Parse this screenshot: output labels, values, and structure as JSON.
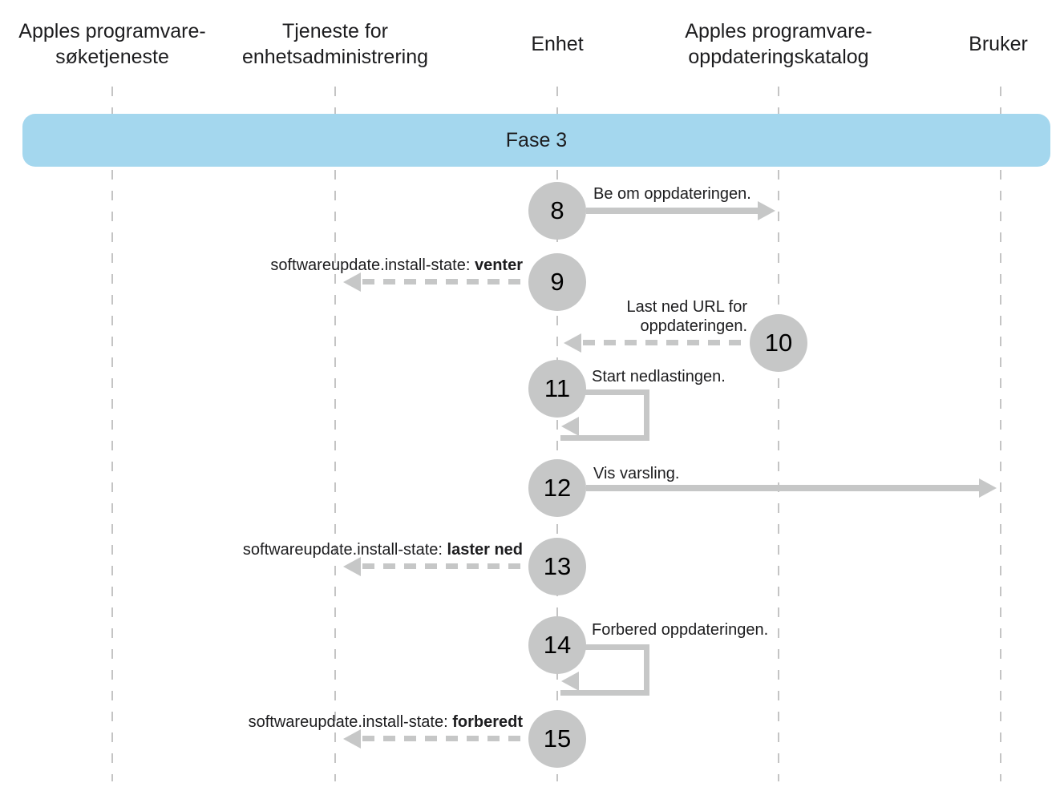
{
  "colors": {
    "banner_bg": "#a4d7ee",
    "shape_gray": "#c6c7c7",
    "lifeline_gray": "#c4c4c4",
    "text": "#1d1d1f"
  },
  "lanes": [
    {
      "label": "Apples programvare-søketjeneste"
    },
    {
      "label": "Tjeneste for enhetsadministrering"
    },
    {
      "label": "Enhet"
    },
    {
      "label": "Apples programvare-oppdateringskatalog"
    },
    {
      "label": "Bruker"
    }
  ],
  "phase": {
    "label": "Fase 3"
  },
  "steps": [
    {
      "number": "8",
      "label": "Be om oppdateringen."
    },
    {
      "number": "9",
      "label_prefix": "softwareupdate.install-state: ",
      "label_bold": "venter"
    },
    {
      "number": "10",
      "label": "Last ned URL for oppdateringen."
    },
    {
      "number": "11",
      "label": "Start nedlastingen."
    },
    {
      "number": "12",
      "label": "Vis varsling."
    },
    {
      "number": "13",
      "label_prefix": "softwareupdate.install-state: ",
      "label_bold": "laster ned"
    },
    {
      "number": "14",
      "label": "Forbered oppdateringen."
    },
    {
      "number": "15",
      "label_prefix": "softwareupdate.install-state: ",
      "label_bold": "forberedt"
    }
  ]
}
